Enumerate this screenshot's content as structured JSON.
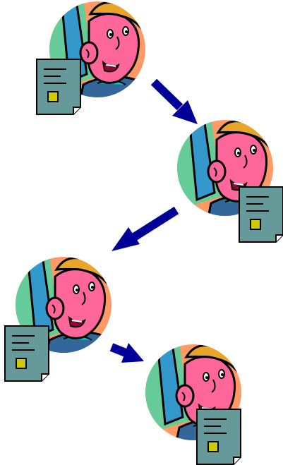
{
  "diagram": {
    "kind": "document-passing-flow",
    "nodes": [
      {
        "id": "person-1",
        "icon": "person-avatar-icon",
        "holds": "document-icon"
      },
      {
        "id": "person-2",
        "icon": "person-avatar-icon",
        "holds": "document-icon"
      },
      {
        "id": "person-3",
        "icon": "person-avatar-icon",
        "holds": "document-icon"
      },
      {
        "id": "person-4",
        "icon": "person-avatar-icon",
        "holds": "document-icon"
      }
    ],
    "edges": [
      {
        "from": "person-1",
        "to": "person-2"
      },
      {
        "from": "person-2",
        "to": "person-3"
      },
      {
        "from": "person-3",
        "to": "person-4"
      }
    ],
    "colors": {
      "arrow": "#000099",
      "avatar_background": "#ff9966",
      "avatar_screen": "#66cc99",
      "face": "#ff6699",
      "hair": "#e8a52a",
      "shirt": "#336699",
      "document": "#669999",
      "document_stamp": "#cccc00",
      "outline": "#000000"
    }
  }
}
